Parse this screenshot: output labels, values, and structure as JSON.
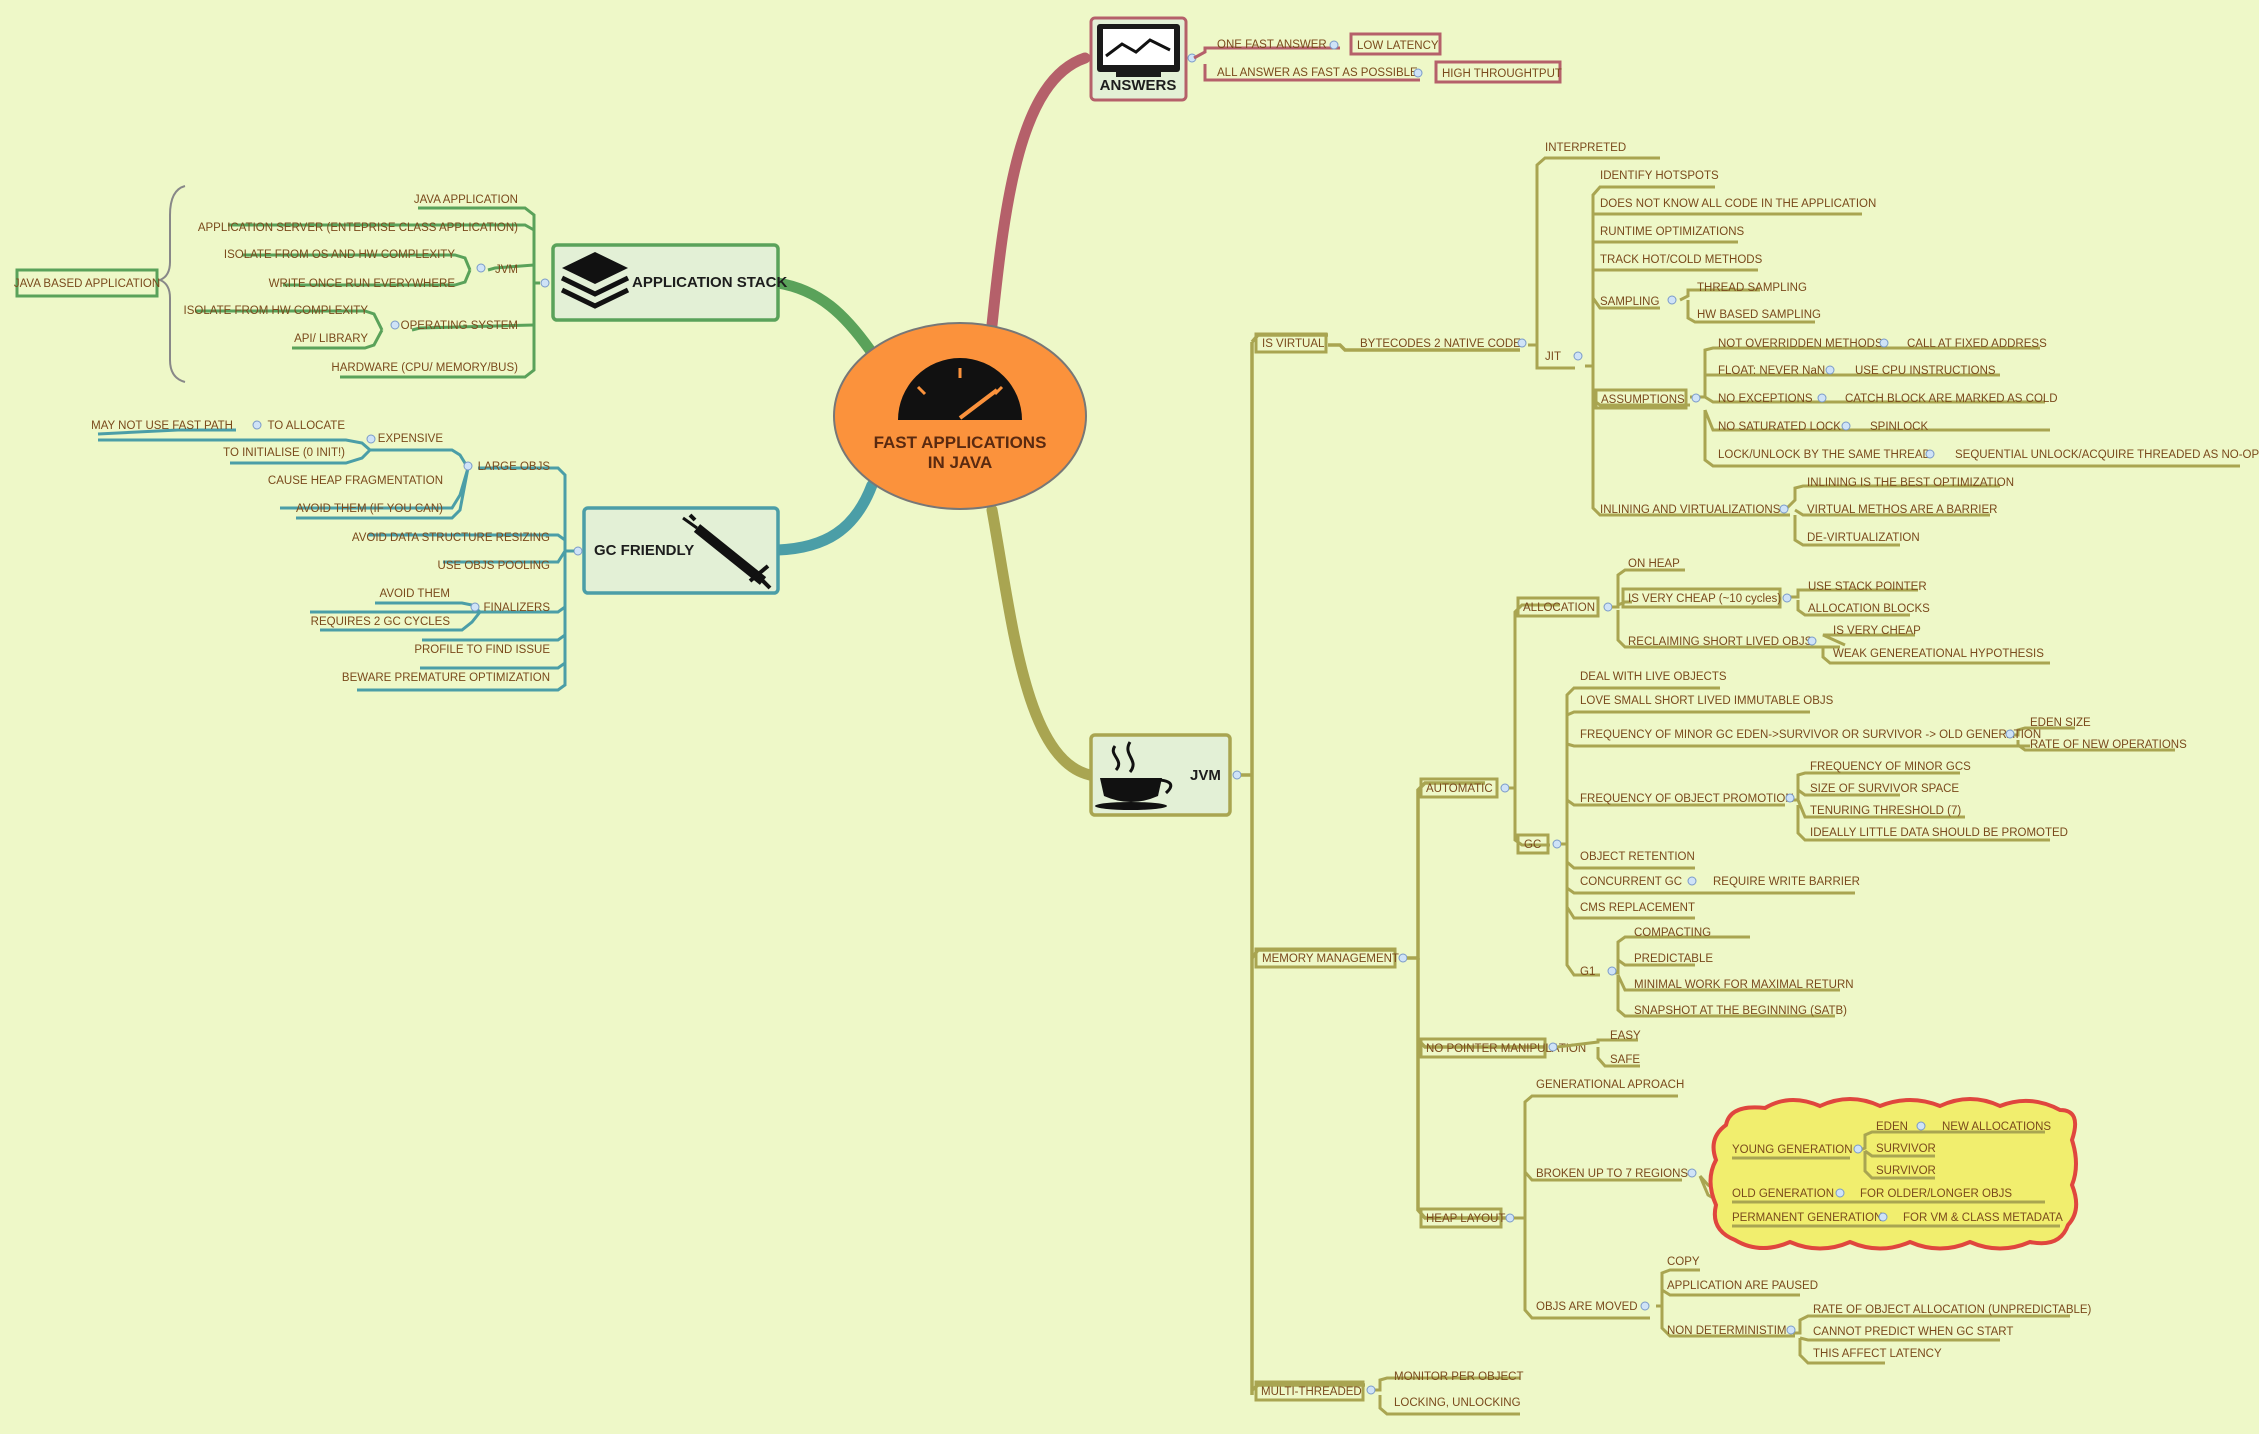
{
  "center": {
    "title_line1": "FAST APPLICATIONS",
    "title_line2": "IN JAVA",
    "icon": "speedometer-icon"
  },
  "colors": {
    "background": "#eef8c8",
    "answers": "#b5606a",
    "stack": "#5aa25a",
    "gc": "#4b9ea7",
    "jvm": "#a9a551",
    "heap_cloud_fill": "#f1ee6e",
    "heap_cloud_border": "#e0463e",
    "center_fill": "#fb923c"
  },
  "answers": {
    "label": "ANSWERS",
    "icon": "monitor-chart-icon",
    "items": [
      {
        "text": "ONE FAST ANSWER",
        "result": "LOW LATENCY"
      },
      {
        "text": "ALL ANSWER AS FAST AS POSSIBLE",
        "result": "HIGH THROUGHTPUT"
      }
    ]
  },
  "stack": {
    "label": "APPLICATION STACK",
    "icon": "layers-icon",
    "summary": "JAVA BASED APPLICATION",
    "items": {
      "java_app": "JAVA APPLICATION",
      "app_server": "APPLICATION SERVER (ENTEPRISE CLASS APPLICATION)",
      "jvm": "JVM",
      "jvm_children": [
        "ISOLATE FROM OS AND HW COMPLEXITY",
        "WRITE ONCE RUN EVERYWHERE"
      ],
      "os": "OPERATING SYSTEM",
      "os_children": [
        "ISOLATE FROM HW COMPLEXITY",
        "API/ LIBRARY"
      ],
      "hardware": "HARDWARE (CPU/ MEMORY/BUS)"
    }
  },
  "gc_friendly": {
    "label": "GC FRIENDLY",
    "icon": "syringe-icon",
    "large_objs": "LARGE OBJS",
    "expensive": "EXPENSIVE",
    "may_not_fast": "MAY NOT USE FAST PATH",
    "to_allocate": "TO ALLOCATE",
    "to_initialise": "TO INITIALISE (0 INIT!)",
    "cause_heap_frag": "CAUSE HEAP FRAGMENTATION",
    "avoid_them_can": "AVOID THEM (IF YOU CAN)",
    "avoid_resizing": "AVOID  DATA STRUCTURE RESIZING",
    "use_pooling": "USE OBJS POOLING",
    "finalizers": "FINALIZERS",
    "avoid_them": "AVOID THEM",
    "requires_2gc": "REQUIRES 2 GC CYCLES",
    "profile": "PROFILE TO FIND ISSUE",
    "beware": "BEWARE PREMATURE OPTIMIZATION"
  },
  "jvm": {
    "label": "JVM",
    "icon": "java-cup-icon",
    "is_virtual": "IS VIRTUAL",
    "bytecodes": "BYTECODES 2 NATIVE CODE",
    "interpreted": "INTERPRETED",
    "jit": "JIT",
    "identify_hotspots": "IDENTIFY HOTSPOTS",
    "does_not_know": "DOES NOT KNOW ALL CODE IN THE APPLICATION",
    "runtime_opt": "RUNTIME OPTIMIZATIONS",
    "track_hot": "TRACK HOT/COLD METHODS",
    "sampling": "SAMPLING",
    "thread_sampling": "THREAD SAMPLING",
    "hw_sampling": "HW BASED SAMPLING",
    "assumptions": "ASSUMPTIONS",
    "not_overridden": "NOT OVERRIDDEN METHODS",
    "call_fixed": "CALL AT FIXED ADDRESS",
    "float_nan": "FLOAT: NEVER NaN",
    "use_cpu": "USE CPU INSTRUCTIONS",
    "no_exceptions": "NO EXCEPTIONS",
    "catch_cold": "CATCH BLOCK ARE MARKED AS COLD",
    "no_saturated": "NO SATURATED LOCK",
    "spinlock": "SPINLOCK",
    "lock_unlock_same": "LOCK/UNLOCK BY THE SAME THREAD",
    "sequential_unlock": "SEQUENTIAL UNLOCK/ACQUIRE THREADED AS NO-OP",
    "inlining_virt": "INLINING AND VIRTUALIZATIONS",
    "inlining_best": "INLINING IS THE BEST OPTIMIZATION",
    "virtual_barrier": "VIRTUAL METHOS ARE A BARRIER",
    "devirt": "DE-VIRTUALIZATION",
    "memory_mgmt": "MEMORY MANAGEMENT",
    "automatic": "AUTOMATIC",
    "allocation": "ALLOCATION",
    "on_heap": "ON HEAP",
    "very_cheap_cycles": "IS VERY CHEAP (~10 cycles)",
    "use_stack_pointer": "USE STACK POINTER",
    "allocation_blocks": "ALLOCATION BLOCKS",
    "reclaiming": "RECLAIMING SHORT LIVED OBJS",
    "is_very_cheap": "IS VERY CHEAP",
    "weak_gen": "WEAK GENEREATIONAL HYPOTHESIS",
    "gc": "GC",
    "deal_live": "DEAL WITH LIVE OBJECTS",
    "love_small": "LOVE SMALL SHORT LIVED IMMUTABLE OBJS",
    "freq_minor": "FREQUENCY OF MINOR GC EDEN->SURVIVOR OR SURVIVOR -> OLD GENERATION",
    "eden_size": "EDEN SIZE",
    "rate_new_ops": "RATE OF NEW OPERATIONS",
    "freq_promotion": "FREQUENCY OF OBJECT PROMOTION",
    "freq_minor_gcs": "FREQUENCY OF MINOR GCS",
    "size_survivor": "SIZE OF SURVIVOR SPACE",
    "tenuring": "TENURING THRESHOLD (7)",
    "ideally_little": "IDEALLY LITTLE DATA SHOULD BE PROMOTED",
    "object_retention": "OBJECT RETENTION",
    "concurrent_gc": "CONCURRENT GC",
    "require_write_barrier": "REQUIRE WRITE BARRIER",
    "cms_replacement": "CMS REPLACEMENT",
    "g1": "G1",
    "compacting": "COMPACTING",
    "predictable": "PREDICTABLE",
    "minimal_work": "MINIMAL WORK FOR MAXIMAL RETURN",
    "snapshot": "SNAPSHOT AT THE BEGINNING (SATB)",
    "no_pointer": "NO POINTER MANIPULATION",
    "easy": "EASY",
    "safe": "SAFE",
    "heap_layout": "HEAP LAYOUT",
    "generational": "GENERATIONAL APROACH",
    "broken_up": "BROKEN UP TO 7 REGIONS",
    "young_gen": "YOUNG GENERATION",
    "eden": "EDEN",
    "new_allocations": "NEW ALLOCATIONS",
    "survivor": "SURVIVOR",
    "old_gen": "OLD GENERATION",
    "for_older": "FOR OLDER/LONGER OBJS",
    "permanent_gen": "PERMANENT GENERATION",
    "for_vm": "FOR VM & CLASS METADATA",
    "objs_moved": "OBJS ARE MOVED",
    "copy": "COPY",
    "app_paused": "APPLICATION ARE PAUSED",
    "non_determinism": "NON DETERMINISTIM",
    "rate_object_alloc": "RATE OF OBJECT ALLOCATION (UNPREDICTABLE)",
    "cannot_predict": "CANNOT PREDICT WHEN GC START",
    "affect_latency": "THIS AFFECT LATENCY",
    "multi_threaded": "MULTI-THREADED",
    "monitor_per_object": "MONITOR PER OBJECT",
    "locking_unlocking": "LOCKING, UNLOCKING"
  }
}
